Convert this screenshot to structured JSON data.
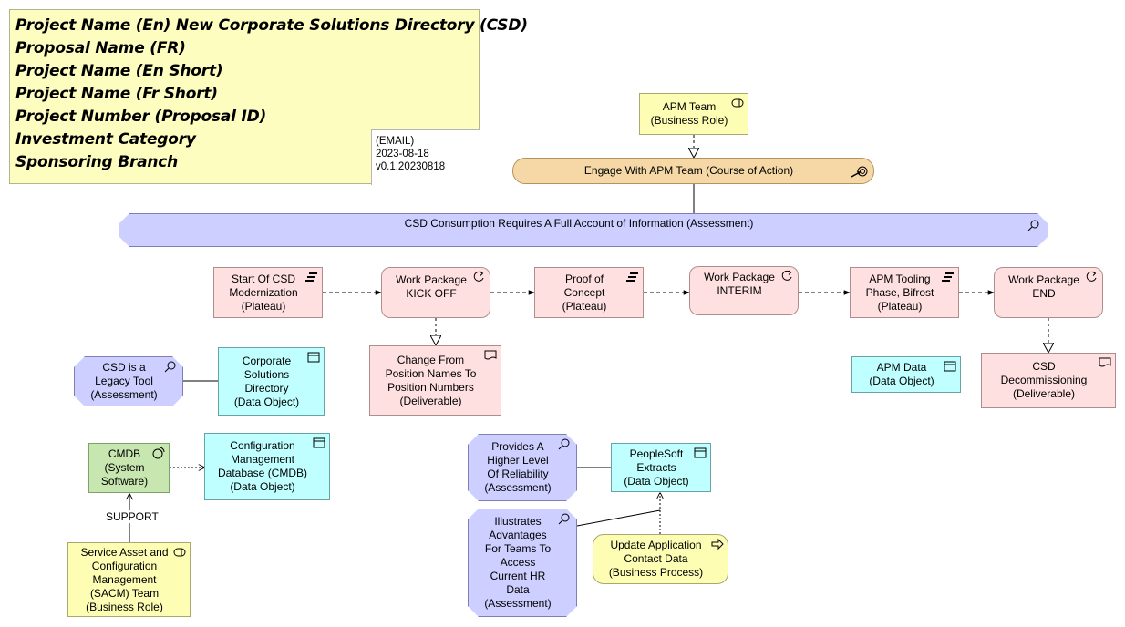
{
  "title_block": {
    "lines": [
      "Project Name (En) New Corporate Solutions Directory (CSD)",
      "Proposal Name (FR)",
      "Project Name (En Short)",
      "Project Name (Fr Short)",
      "Project Number (Proposal ID)",
      "Investment Category",
      "Sponsoring Branch"
    ],
    "meta": [
      "(EMAIL)",
      "2023-08-18",
      "v0.1.20230818"
    ]
  },
  "elements": {
    "apm_team": "APM Team\n(Business Role)",
    "engage": "Engage With APM Team (Course of Action)",
    "csd_consumption": "CSD Consumption Requires A Full Account of Information (Assessment)",
    "start_csd": "Start Of CSD\nModernization\n(Plateau)",
    "wp_kickoff": "Work Package\nKICK OFF",
    "proof": "Proof of\nConcept\n(Plateau)",
    "wp_interim": "Work Package\nINTERIM",
    "apm_tooling": "APM Tooling\nPhase, Bifrost\n(Plateau)",
    "wp_end": "Work Package\nEND",
    "change_from": "Change From\nPosition Names To\nPosition Numbers\n(Deliverable)",
    "csd_decom": "CSD\nDecommissioning\n(Deliverable)",
    "apm_data": "APM Data\n(Data Object)",
    "csd_legacy": "CSD is a\nLegacy Tool\n(Assessment)",
    "corp_dir": "Corporate\nSolutions\nDirectory\n(Data Object)",
    "cmdb_sw": "CMDB\n(System\nSoftware)",
    "cmdb_db": "Configuration\nManagement\nDatabase (CMDB)\n(Data Object)",
    "sacm": "Service Asset and\nConfiguration\nManagement\n(SACM) Team\n(Business Role)",
    "provides": "Provides A\nHigher Level\nOf Reliability\n(Assessment)",
    "peoplesoft": "PeopleSoft\nExtracts\n(Data Object)",
    "illustrates": "Illustrates\nAdvantages\nFor Teams To\nAccess\nCurrent HR\nData\n(Assessment)",
    "update_app": "Update Application\nContact Data\n(Business Process)"
  },
  "edge_labels": {
    "support": "SUPPORT"
  },
  "colors": {
    "business": "#fdfdb4",
    "plateau": "#ffe0e0",
    "assessment": "#cccfff",
    "data_object": "#bfffff",
    "system_software": "#c8e6b0",
    "course_of_action": "#f5d8a6"
  }
}
